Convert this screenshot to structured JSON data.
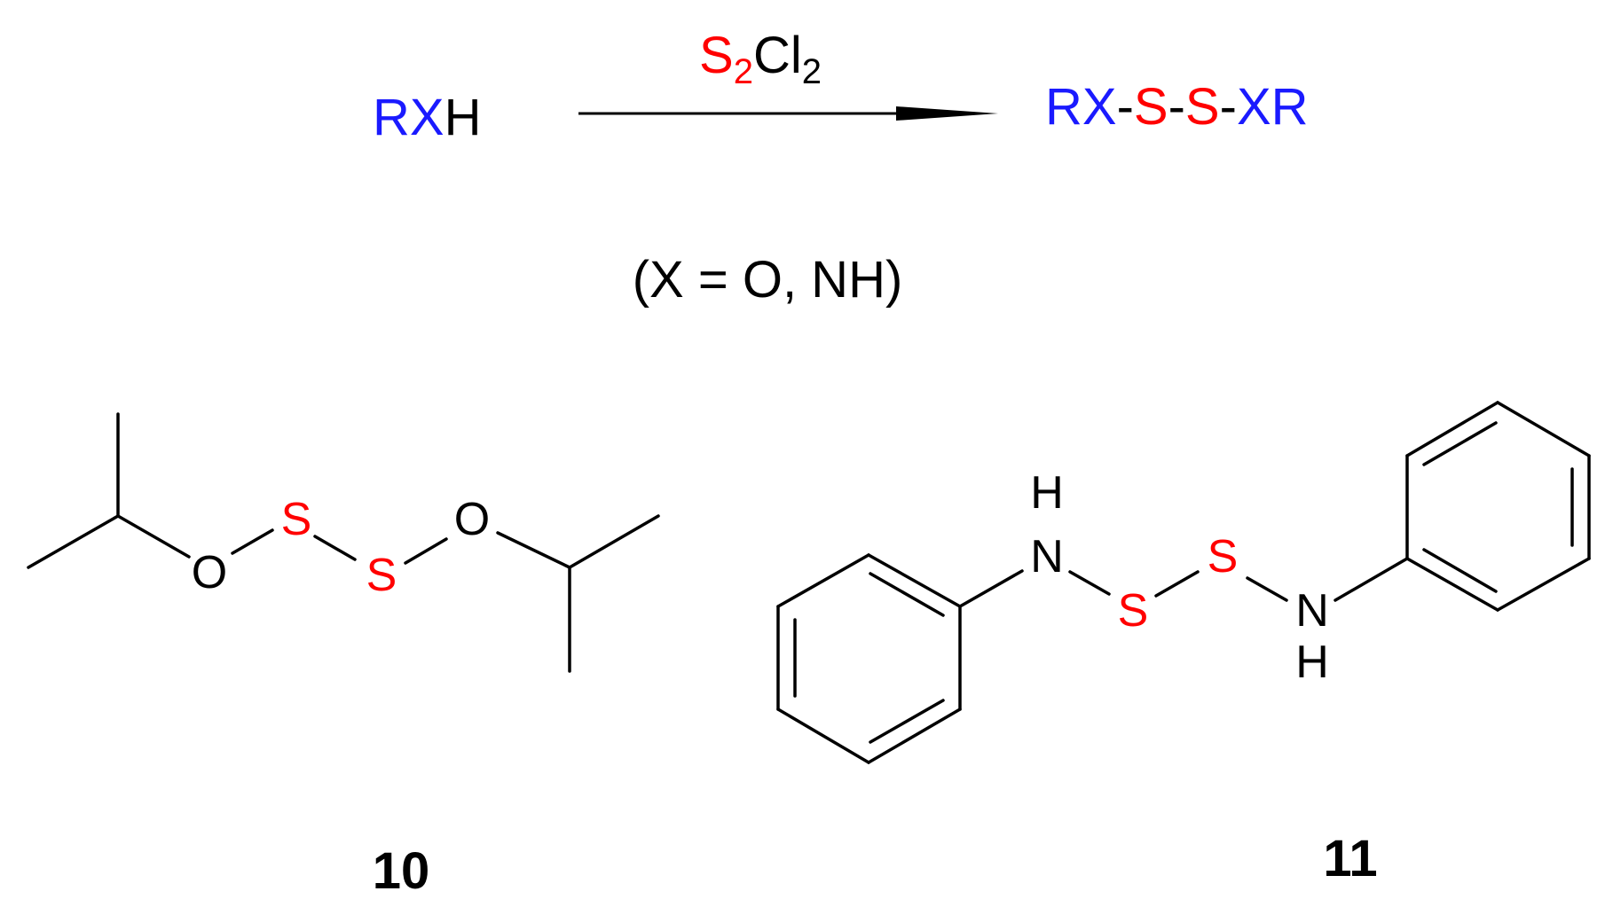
{
  "colors": {
    "text": "#000000",
    "hetero_x": "#1a1aff",
    "sulfur": "#ff0000",
    "bond": "#000000"
  },
  "reaction": {
    "reactant": {
      "r": "RX",
      "h": "H"
    },
    "reagent": {
      "s": "S",
      "s_sub": "2",
      "cl": "Cl",
      "cl_sub": "2"
    },
    "product": {
      "rx": "RX",
      "d1": "-",
      "s1": "S",
      "d2": "-",
      "s2": "S",
      "d3": "-",
      "xr": "XR"
    },
    "condition": "(X = O, NH)"
  },
  "compounds": [
    {
      "label": "10",
      "atoms": {
        "o1": "O",
        "s1": "S",
        "s2": "S",
        "o2": "O"
      }
    },
    {
      "label": "11",
      "atoms": {
        "n1": "N",
        "h1": "H",
        "s1": "S",
        "s2": "S",
        "n2": "N",
        "h2": "H"
      }
    }
  ]
}
